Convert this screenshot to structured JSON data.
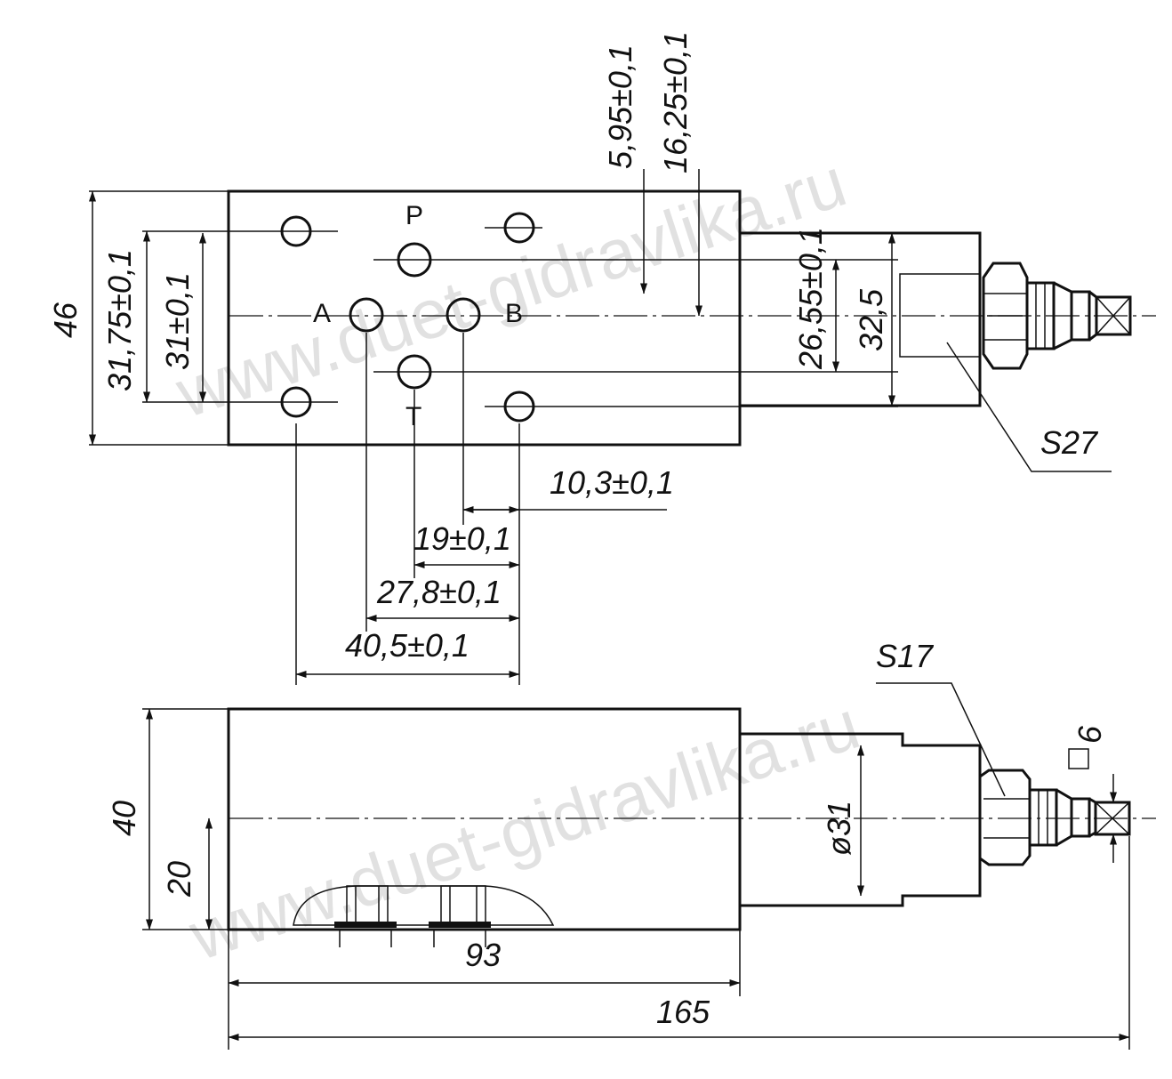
{
  "watermark": {
    "top": "www.duet-gidravlika.ru",
    "bottom": "www.duet-gidravlika.ru"
  },
  "top_view": {
    "ports": {
      "p": "P",
      "a": "A",
      "b": "B",
      "t": "T"
    },
    "dims": {
      "height_46": "46",
      "d31_75": "31,75±0,1",
      "d31": "31±0,1",
      "d5_95": "5,95±0,1",
      "d16_25": "16,25±0,1",
      "d26_55": "26,55±0,1",
      "d32_5": "32,5",
      "s27": "S27",
      "d10_3": "10,3±0,1",
      "d19": "19±0,1",
      "d27_8": "27,8±0,1",
      "d40_5": "40,5±0,1"
    }
  },
  "side_view": {
    "dims": {
      "height_40": "40",
      "d20": "20",
      "d93": "93",
      "d165": "165",
      "dia31": "ø31",
      "s17": "S17",
      "sq6": "6"
    }
  }
}
